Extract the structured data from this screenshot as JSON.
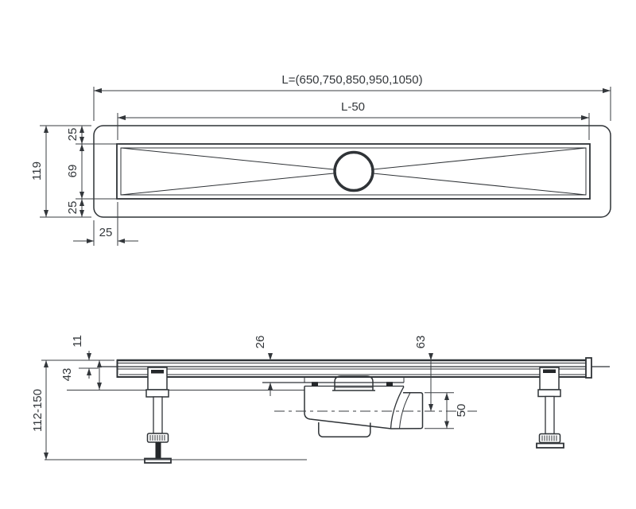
{
  "meta": {
    "background": "#ffffff",
    "line_color": "#2f3337",
    "text_color": "#33373b"
  },
  "top_view": {
    "length_options": "L=(650,750,850,950,1050)",
    "grate_length": "L-50",
    "overall_width": "119",
    "edge_top": "25",
    "grate_width": "69",
    "edge_bottom": "25",
    "edge_side": "25"
  },
  "side_view": {
    "grate_lip": "11",
    "channel_height": "43",
    "install_height_range": "112-150",
    "trap_flange_offset": "26",
    "outlet_center_depth": "63",
    "outlet_diameter": "50"
  }
}
